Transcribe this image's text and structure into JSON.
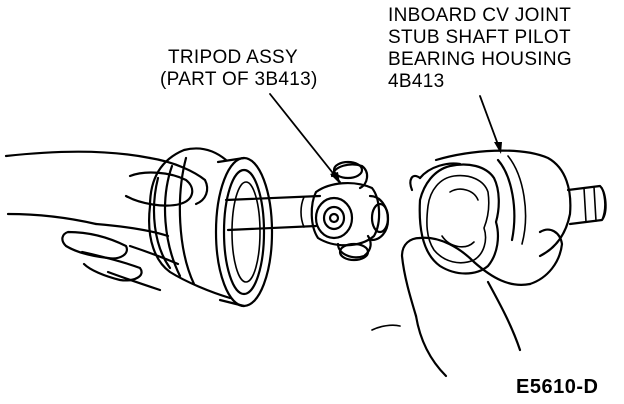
{
  "labels": {
    "tripod": {
      "line1": "TRIPOD ASSY",
      "line2": "(PART OF 3B413)"
    },
    "inboard": {
      "line1": "INBOARD CV JOINT",
      "line2": "STUB SHAFT PILOT",
      "line3": "BEARING HOUSING",
      "line4": "4B413"
    }
  },
  "figure_code": "E5610-D"
}
